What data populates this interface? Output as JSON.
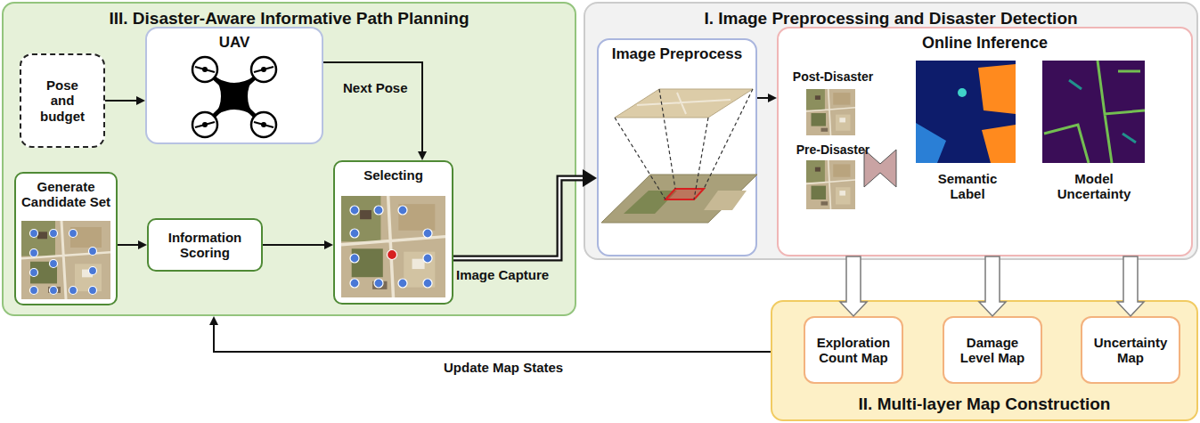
{
  "diagram": {
    "nodes": [
      {
        "text": [
          "III. Disaster-Aware Informative Path Planning"
        ]
      },
      {
        "text": [
          "Pose and budget"
        ],
        "in": 0
      },
      {
        "text": [
          "UAV"
        ],
        "in": 0
      },
      {
        "text": [
          "Generate Candidate Set"
        ],
        "in": 0
      },
      {
        "text": [
          "Information Scoring"
        ],
        "in": 0
      },
      {
        "text": [
          "Selecting"
        ],
        "in": 0
      },
      {
        "text": [
          "I. Image Preprocessing and Disaster Detection"
        ]
      },
      {
        "text": [
          "Image Preprocess"
        ],
        "in": 6
      },
      {
        "text": [
          "Online Inference",
          "Post-Disaster",
          "Pre-Disaster",
          "Semantic Label",
          "Model Uncertainty"
        ],
        "in": 6
      },
      {
        "text": [
          "II. Multi-layer Map Construction"
        ]
      },
      {
        "text": [
          "Exploration Count Map"
        ],
        "in": 9
      },
      {
        "text": [
          "Damage Level Map"
        ],
        "in": 9
      },
      {
        "text": [
          "Uncertainty Map"
        ],
        "in": 9
      }
    ],
    "edges": [
      {
        "from": 1,
        "to": 2,
        "arrow": "to"
      },
      {
        "from": 2,
        "to": 5,
        "label": "Next Pose",
        "arrow": "to"
      },
      {
        "from": 3,
        "to": 4,
        "arrow": "to"
      },
      {
        "from": 4,
        "to": 5,
        "arrow": "to"
      },
      {
        "from": 5,
        "to": 7,
        "label": "Image Capture",
        "arrow": "to"
      },
      {
        "from": 7,
        "to": 8,
        "arrow": "to"
      },
      {
        "from": 8,
        "to": 10,
        "arrow": "to"
      },
      {
        "from": 8,
        "to": 11,
        "arrow": "to"
      },
      {
        "from": 8,
        "to": 12,
        "arrow": "to"
      },
      {
        "from": 9,
        "to": 0,
        "label": "Update Map States",
        "arrow": "to"
      }
    ]
  }
}
